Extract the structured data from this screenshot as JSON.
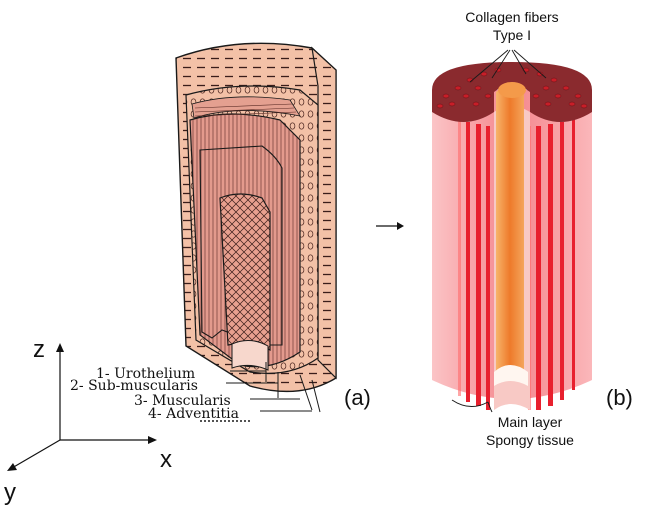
{
  "axes": {
    "z": "z",
    "x": "x",
    "y": "y"
  },
  "layers": [
    "1- Urothelium",
    "2- Sub-muscularis",
    "3- Muscularis",
    "4- Adventitia"
  ],
  "panel_a_label": "(a)",
  "panel_b_label": "(b)",
  "collagen_line1": "Collagen fibers",
  "collagen_line2": "Type I",
  "main_line1": "Main layer",
  "main_line2": "Spongy tissue",
  "colors": {
    "outline": "#1a1a1a",
    "tissue_a": "#f3c1a7",
    "muscle_a": "#e29a8e",
    "pink_b": "#f59aa0",
    "red_b": "#e8202e",
    "orange_b": "#f08a3a",
    "top_b": "#8a2a2e"
  }
}
